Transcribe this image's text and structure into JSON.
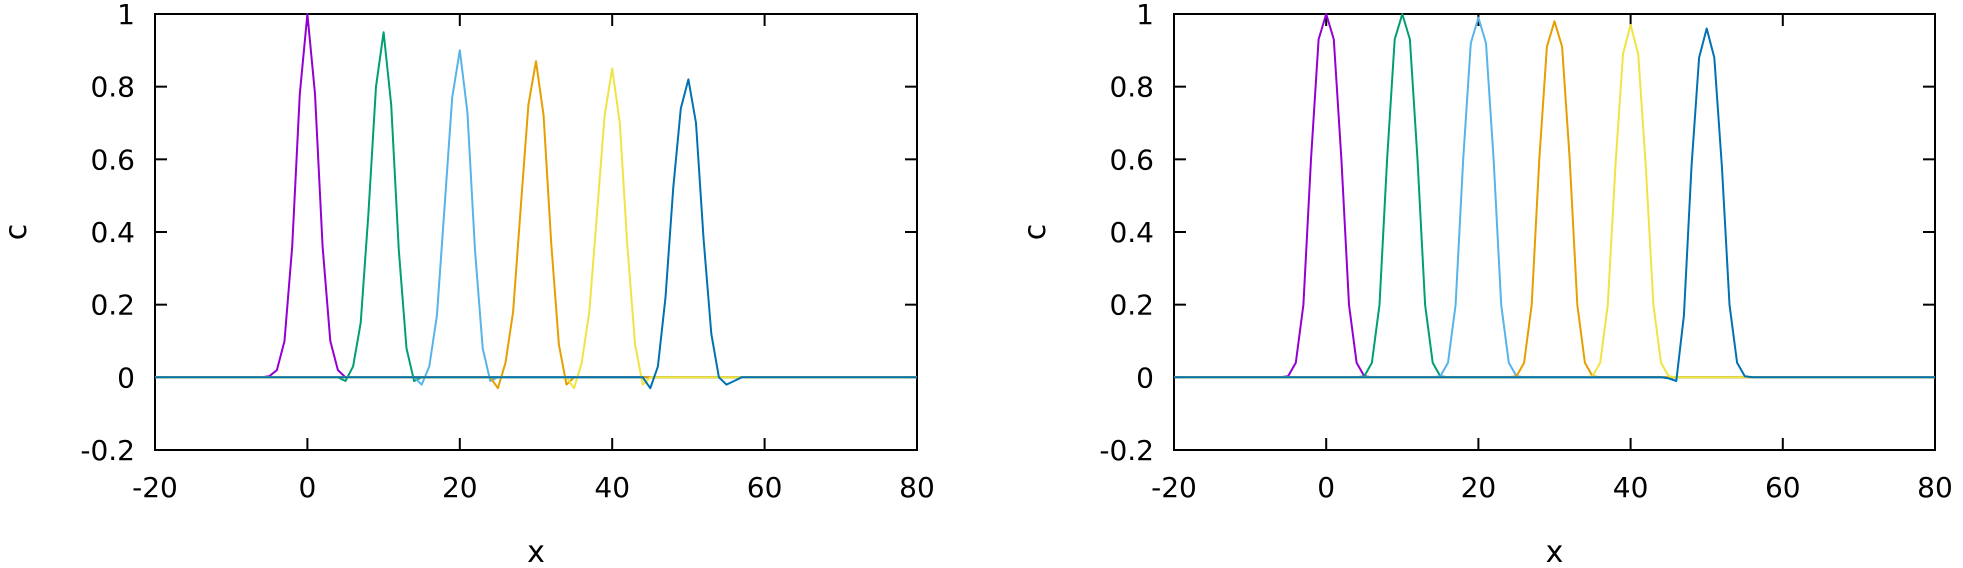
{
  "colors": [
    "#9400d3",
    "#009e73",
    "#56b4e9",
    "#e69f00",
    "#f0e442",
    "#0072b2"
  ],
  "chart_data": [
    {
      "type": "line",
      "xlabel": "x",
      "ylabel": "c",
      "xlim": [
        -20,
        80
      ],
      "ylim": [
        -0.2,
        1
      ],
      "xticks": [
        "-20",
        "0",
        "20",
        "40",
        "60",
        "80"
      ],
      "yticks": [
        "-0.2",
        "0",
        "0.2",
        "0.4",
        "0.6",
        "0.8",
        "1"
      ],
      "grid": false,
      "series": [
        {
          "x": [
            -20,
            -6,
            -5,
            -4,
            -3,
            -2,
            -1,
            0,
            1,
            2,
            3,
            4,
            5,
            6,
            80
          ],
          "y": [
            0,
            0,
            0.003,
            0.02,
            0.1,
            0.36,
            0.78,
            1.0,
            0.78,
            0.36,
            0.1,
            0.02,
            0.0,
            0,
            0
          ]
        },
        {
          "x": [
            -20,
            4,
            5,
            6,
            7,
            8,
            9,
            10,
            11,
            12,
            13,
            14,
            15,
            16,
            80
          ],
          "y": [
            0,
            0,
            -0.01,
            0.03,
            0.15,
            0.45,
            0.8,
            0.95,
            0.75,
            0.35,
            0.08,
            -0.01,
            0.0,
            0,
            0
          ]
        },
        {
          "x": [
            -20,
            14,
            15,
            16,
            17,
            18,
            19,
            20,
            21,
            22,
            23,
            24,
            25,
            26,
            80
          ],
          "y": [
            0,
            0,
            -0.02,
            0.03,
            0.17,
            0.47,
            0.77,
            0.9,
            0.73,
            0.35,
            0.08,
            -0.01,
            0.0,
            0,
            0
          ]
        },
        {
          "x": [
            -20,
            24,
            25,
            26,
            27,
            28,
            29,
            30,
            31,
            32,
            33,
            34,
            35,
            36,
            80
          ],
          "y": [
            0,
            0,
            -0.03,
            0.04,
            0.18,
            0.47,
            0.75,
            0.87,
            0.72,
            0.37,
            0.09,
            -0.02,
            0.0,
            0,
            0
          ]
        },
        {
          "x": [
            -20,
            34,
            35,
            36,
            37,
            38,
            39,
            40,
            41,
            42,
            43,
            44,
            45,
            46,
            80
          ],
          "y": [
            0,
            0,
            -0.03,
            0.04,
            0.18,
            0.45,
            0.72,
            0.85,
            0.7,
            0.36,
            0.09,
            -0.02,
            0.0,
            0,
            0
          ]
        },
        {
          "x": [
            -20,
            44,
            45,
            46,
            47,
            48,
            49,
            50,
            51,
            52,
            53,
            54,
            55,
            56,
            57,
            80
          ],
          "y": [
            0,
            0,
            -0.03,
            0.03,
            0.22,
            0.52,
            0.74,
            0.82,
            0.7,
            0.38,
            0.12,
            0.0,
            -0.02,
            -0.01,
            0.0,
            0
          ]
        }
      ]
    },
    {
      "type": "line",
      "xlabel": "x",
      "ylabel": "c",
      "xlim": [
        -20,
        80
      ],
      "ylim": [
        -0.2,
        1
      ],
      "xticks": [
        "-20",
        "0",
        "20",
        "40",
        "60",
        "80"
      ],
      "yticks": [
        "-0.2",
        "0",
        "0.2",
        "0.4",
        "0.6",
        "0.8",
        "1"
      ],
      "grid": false,
      "series": [
        {
          "x": [
            -20,
            -6,
            -5,
            -4,
            -3,
            -2,
            -1,
            0,
            1,
            2,
            3,
            4,
            5,
            6,
            80
          ],
          "y": [
            0,
            0,
            0.003,
            0.04,
            0.2,
            0.6,
            0.93,
            1.0,
            0.93,
            0.6,
            0.2,
            0.04,
            0.003,
            0,
            0
          ]
        },
        {
          "x": [
            -20,
            4,
            5,
            6,
            7,
            8,
            9,
            10,
            11,
            12,
            13,
            14,
            15,
            16,
            80
          ],
          "y": [
            0,
            0,
            0.003,
            0.04,
            0.2,
            0.6,
            0.93,
            1.0,
            0.93,
            0.6,
            0.2,
            0.04,
            0.003,
            0,
            0
          ]
        },
        {
          "x": [
            -20,
            14,
            15,
            16,
            17,
            18,
            19,
            20,
            21,
            22,
            23,
            24,
            25,
            26,
            80
          ],
          "y": [
            0,
            0,
            0.003,
            0.04,
            0.2,
            0.6,
            0.92,
            0.99,
            0.92,
            0.6,
            0.2,
            0.04,
            0.003,
            0,
            0
          ]
        },
        {
          "x": [
            -20,
            24,
            25,
            26,
            27,
            28,
            29,
            30,
            31,
            32,
            33,
            34,
            35,
            36,
            80
          ],
          "y": [
            0,
            0,
            0.003,
            0.04,
            0.2,
            0.6,
            0.91,
            0.98,
            0.91,
            0.6,
            0.2,
            0.04,
            0.003,
            0,
            0
          ]
        },
        {
          "x": [
            -20,
            34,
            35,
            36,
            37,
            38,
            39,
            40,
            41,
            42,
            43,
            44,
            45,
            46,
            80
          ],
          "y": [
            0,
            0,
            0.003,
            0.04,
            0.2,
            0.58,
            0.89,
            0.97,
            0.89,
            0.58,
            0.2,
            0.04,
            0.003,
            0,
            0
          ]
        },
        {
          "x": [
            -20,
            44,
            45,
            46,
            47,
            48,
            49,
            50,
            51,
            52,
            53,
            54,
            55,
            56,
            80
          ],
          "y": [
            0,
            0,
            -0.003,
            -0.01,
            0.17,
            0.58,
            0.88,
            0.96,
            0.88,
            0.58,
            0.2,
            0.04,
            0.003,
            0,
            0
          ]
        }
      ]
    }
  ]
}
